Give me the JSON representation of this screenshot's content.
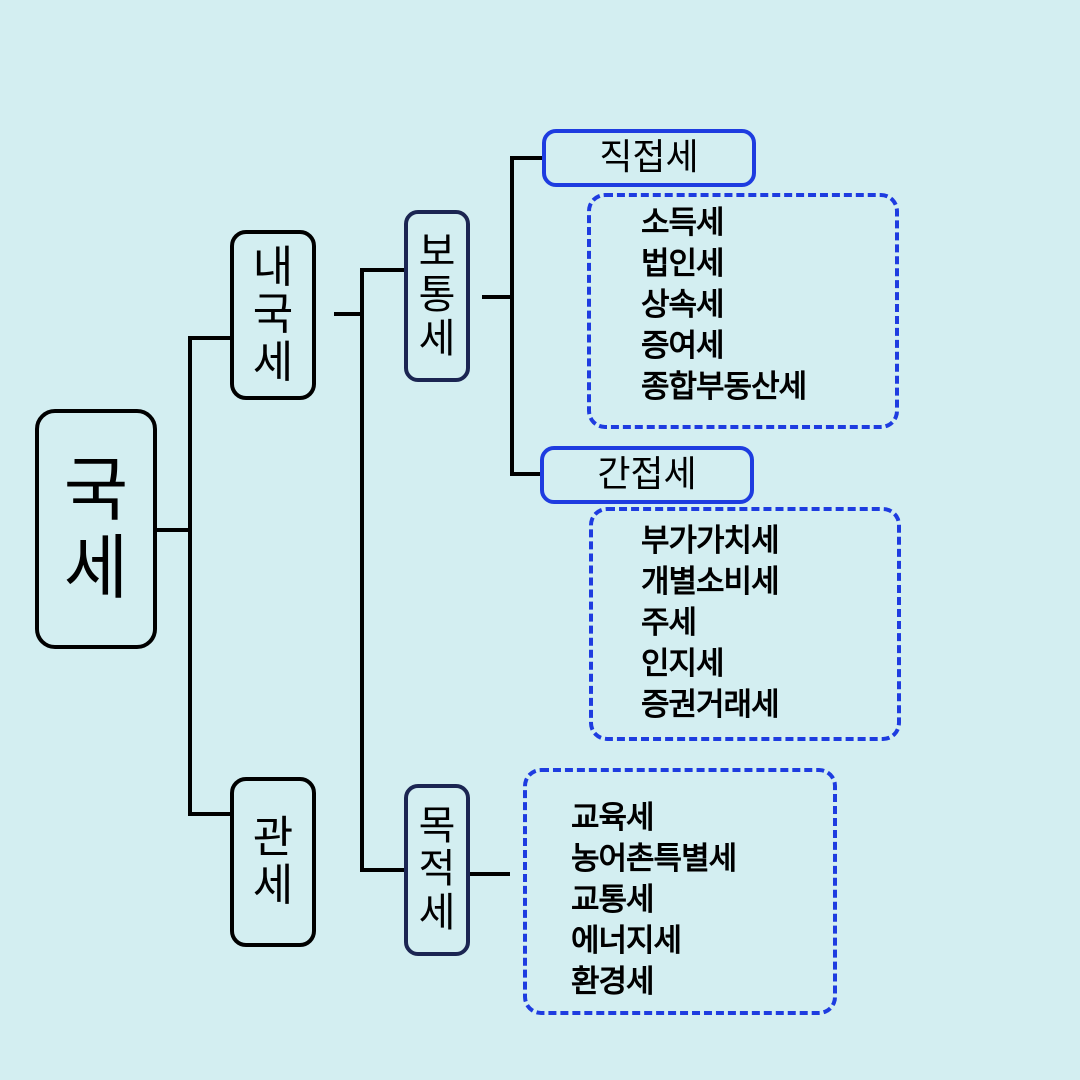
{
  "diagram": {
    "root": {
      "label": "국세",
      "chars": [
        "국",
        "세"
      ]
    },
    "level1": {
      "domestic": {
        "label": "내국세",
        "chars": [
          "내",
          "국",
          "세"
        ]
      },
      "customs": {
        "label": "관세",
        "chars": [
          "관",
          "세"
        ]
      }
    },
    "level2": {
      "ordinary": {
        "label": "보통세",
        "chars": [
          "보",
          "통",
          "세"
        ]
      },
      "purpose": {
        "label": "목적세",
        "chars": [
          "목",
          "적",
          "세"
        ]
      }
    },
    "categories": {
      "direct": {
        "label": "직접세",
        "items": [
          "소득세",
          "법인세",
          "상속세",
          "증여세",
          "종합부동산세"
        ]
      },
      "indirect": {
        "label": "간접세",
        "items": [
          "부가가치세",
          "개별소비세",
          "주세",
          "인지세",
          "증권거래세"
        ]
      },
      "purpose_items": [
        "교육세",
        "농어촌특별세",
        "교통세",
        "에너지세",
        "환경세"
      ]
    },
    "colors": {
      "background": "#d3eef1",
      "line": "#000000",
      "accent_blue": "#1e3ce0",
      "navy_border": "#1b2552"
    }
  }
}
